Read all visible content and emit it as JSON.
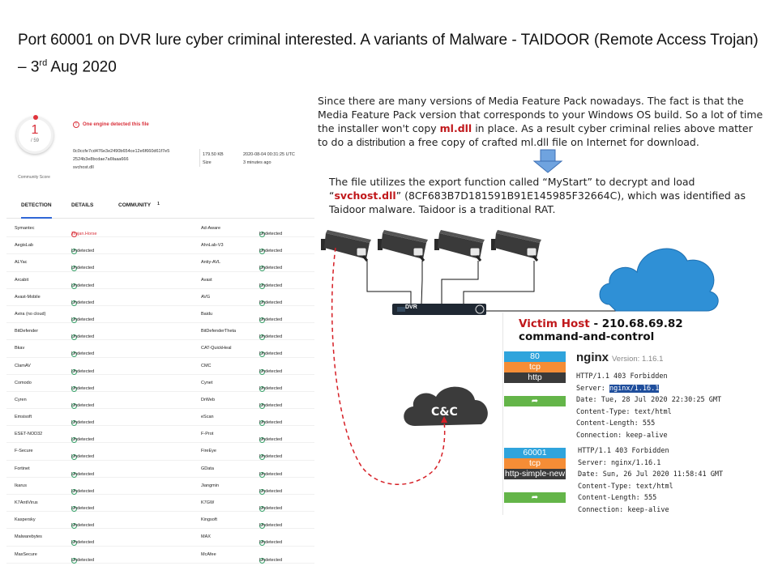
{
  "title": {
    "main": "Port 60001 on DVR lure cyber criminal interested. A variants of Malware - TAIDOOR (Remote Access Trojan) – 3",
    "sup": "rd",
    "tail": " Aug 2020"
  },
  "vt": {
    "score": "1",
    "score_total": "/ 59",
    "community_label": "Community Score",
    "alert": "One engine detected this file",
    "hash_line1": "0c0ccfe7cd476e3e2490b654ce12e6f660d61f7e5",
    "hash_line2": "2524b3e8bcdae7a6faaa666",
    "filename": "svchost.dll",
    "size_value": "179.50 KB",
    "size_label": "Size",
    "date_value": "2020-08-04 00:31:25 UTC",
    "date_ago": "3 minutes ago",
    "tabs": [
      {
        "label": "DETECTION"
      },
      {
        "label": "DETAILS"
      },
      {
        "label": "COMMUNITY",
        "badge": "1"
      }
    ],
    "rows": [
      {
        "e1": "Symantec",
        "r1": "Trojan.Horse",
        "e2": "Ad-Aware",
        "r2": "Undetected"
      },
      {
        "e1": "AegisLab",
        "r1": "Undetected",
        "e2": "AhnLab-V3",
        "r2": "Undetected"
      },
      {
        "e1": "ALYac",
        "r1": "Undetected",
        "e2": "Antiy-AVL",
        "r2": "Undetected"
      },
      {
        "e1": "Arcabit",
        "r1": "Undetected",
        "e2": "Avast",
        "r2": "Undetected"
      },
      {
        "e1": "Avast-Mobile",
        "r1": "Undetected",
        "e2": "AVG",
        "r2": "Undetected"
      },
      {
        "e1": "Avira (no cloud)",
        "r1": "Undetected",
        "e2": "Baidu",
        "r2": "Undetected"
      },
      {
        "e1": "BitDefender",
        "r1": "Undetected",
        "e2": "BitDefenderTheta",
        "r2": "Undetected"
      },
      {
        "e1": "Bkav",
        "r1": "Undetected",
        "e2": "CAT-QuickHeal",
        "r2": "Undetected"
      },
      {
        "e1": "ClamAV",
        "r1": "Undetected",
        "e2": "CMC",
        "r2": "Undetected"
      },
      {
        "e1": "Comodo",
        "r1": "Undetected",
        "e2": "Cynet",
        "r2": "Undetected"
      },
      {
        "e1": "Cyren",
        "r1": "Undetected",
        "e2": "DrWeb",
        "r2": "Undetected"
      },
      {
        "e1": "Emsisoft",
        "r1": "Undetected",
        "e2": "eScan",
        "r2": "Undetected"
      },
      {
        "e1": "ESET-NOD32",
        "r1": "Undetected",
        "e2": "F-Prot",
        "r2": "Undetected"
      },
      {
        "e1": "F-Secure",
        "r1": "Undetected",
        "e2": "FireEye",
        "r2": "Undetected"
      },
      {
        "e1": "Fortinet",
        "r1": "Undetected",
        "e2": "GData",
        "r2": "Undetected"
      },
      {
        "e1": "Ikarus",
        "r1": "Undetected",
        "e2": "Jiangmin",
        "r2": "Undetected"
      },
      {
        "e1": "K7AntiVirus",
        "r1": "Undetected",
        "e2": "K7GW",
        "r2": "Undetected"
      },
      {
        "e1": "Kaspersky",
        "r1": "Undetected",
        "e2": "Kingsoft",
        "r2": "Undetected"
      },
      {
        "e1": "Malwarebytes",
        "r1": "Undetected",
        "e2": "MAX",
        "r2": "Undetected"
      },
      {
        "e1": "MaxSecure",
        "r1": "Undetected",
        "e2": "McAfee",
        "r2": "Undetected"
      }
    ]
  },
  "article": {
    "p1_a": "Since there are many versions of Media Feature Pack nowadays. The fact is that the  Media Feature Pack  version that corresponds to your Windows OS build. So a lot of time the installer won't copy ",
    "p1_dll": "ml.dll",
    "p1_b": " in place. As a result cyber criminal relies above matter to do a ",
    "p1_distrib": "distribution",
    "p1_c": "  a free copy of crafted ml.dll file on Internet for download.",
    "p2_a": "The file utilizes the export function called “MyStart” to decrypt and load “",
    "p2_dll": "svchost.dll",
    "p2_b": "” (8CF683B7D181591B91E145985F32664C), which was identified as Taidoor malware. Taidoor is a traditional RAT."
  },
  "scheme": {
    "dvr_label": "DVR",
    "cc_label": "C&C",
    "victim_line1_a": "Victim Host",
    "victim_line1_b": " - 210.68.69.82",
    "victim_line2": "command-and-control",
    "svc1": {
      "port": "80",
      "proto": "tcp",
      "name": "http"
    },
    "svc2": {
      "port": "60001",
      "proto": "tcp",
      "name": "http-simple-new"
    },
    "share_glyph": "➦",
    "nginx": "nginx",
    "nginx_version": "Version: 1.16.1",
    "resp1": {
      "l1": "HTTP/1.1 403 Forbidden",
      "l2a": "Server: ",
      "l2b": "nginx/1.16.1",
      "l3": "Date: Tue, 28 Jul 2020 22:30:25 GMT",
      "l4": "Content-Type: text/html",
      "l5": "Content-Length: 555",
      "l6": "Connection: keep-alive"
    },
    "resp2": {
      "l1": "HTTP/1.1 403 Forbidden",
      "l2": "Server: nginx/1.16.1",
      "l3": "Date: Sun, 26 Jul 2020 11:58:41 GMT",
      "l4": "Content-Type: text/html",
      "l5": "Content-Length: 555",
      "l6": "Connection: keep-alive"
    },
    "colors": {
      "red": "#c0181b",
      "cloud": "#2f90d6",
      "arrow": "#4a8fd6",
      "port": "#2fa4dc",
      "proto": "#f58d36",
      "share": "#64b549"
    }
  }
}
